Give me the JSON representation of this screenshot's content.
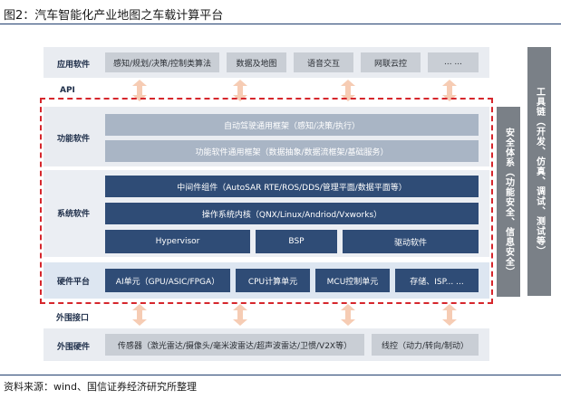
{
  "figure_title": "图2：汽车智能化产业地图之车载计算平台",
  "source": "资料来源：wind、国信证券经济研究所整理",
  "rows": {
    "app": {
      "label": "应用软件",
      "boxes": [
        "感知/规划/决策/控制类算法",
        "数据及地图",
        "语音交互",
        "网联云控",
        "... ..."
      ]
    },
    "api_label": "API",
    "functional": {
      "label": "功能软件",
      "bars": [
        "自动驾驶通用框架（感知/决策/执行）",
        "功能软件通用框架（数据抽象/数据流框架/基础服务）"
      ]
    },
    "system": {
      "label": "系统软件",
      "bars": [
        "中间件组件（AutoSAR RTE/ROS/DDS/管理平面/数据平面等）",
        "操作系统内核（QNX/Linux/Andriod/Vxworks）"
      ],
      "split": [
        "Hypervisor",
        "BSP",
        "驱动软件"
      ]
    },
    "hardware": {
      "label": "硬件平台",
      "boxes": [
        "AI单元（GPU/ASIC/FPGA）",
        "CPU计算单元",
        "MCU控制单元",
        "存储、ISP... ..."
      ]
    },
    "peripheral_interface_label": "外围接口",
    "peripheral": {
      "label": "外围硬件",
      "boxes": [
        "传感器（激光雷达/摄像头/毫米波雷达/超声波雷达/卫惯/V2X等）",
        "线控（动力/转向/制动）"
      ]
    }
  },
  "side_columns": [
    "安全体系（功能安全、信息安全）",
    "工具链（开发、仿真、调试、测试等）"
  ],
  "colors": {
    "dark_blue": "#2f4c76",
    "light_blue": "#a9b5c5",
    "gray_box": "#c9ced5",
    "band": "#e9ecf1",
    "dashed_red": "#d6262c",
    "side_gray": "#7a8087",
    "arrow": "#f6ccb4"
  }
}
